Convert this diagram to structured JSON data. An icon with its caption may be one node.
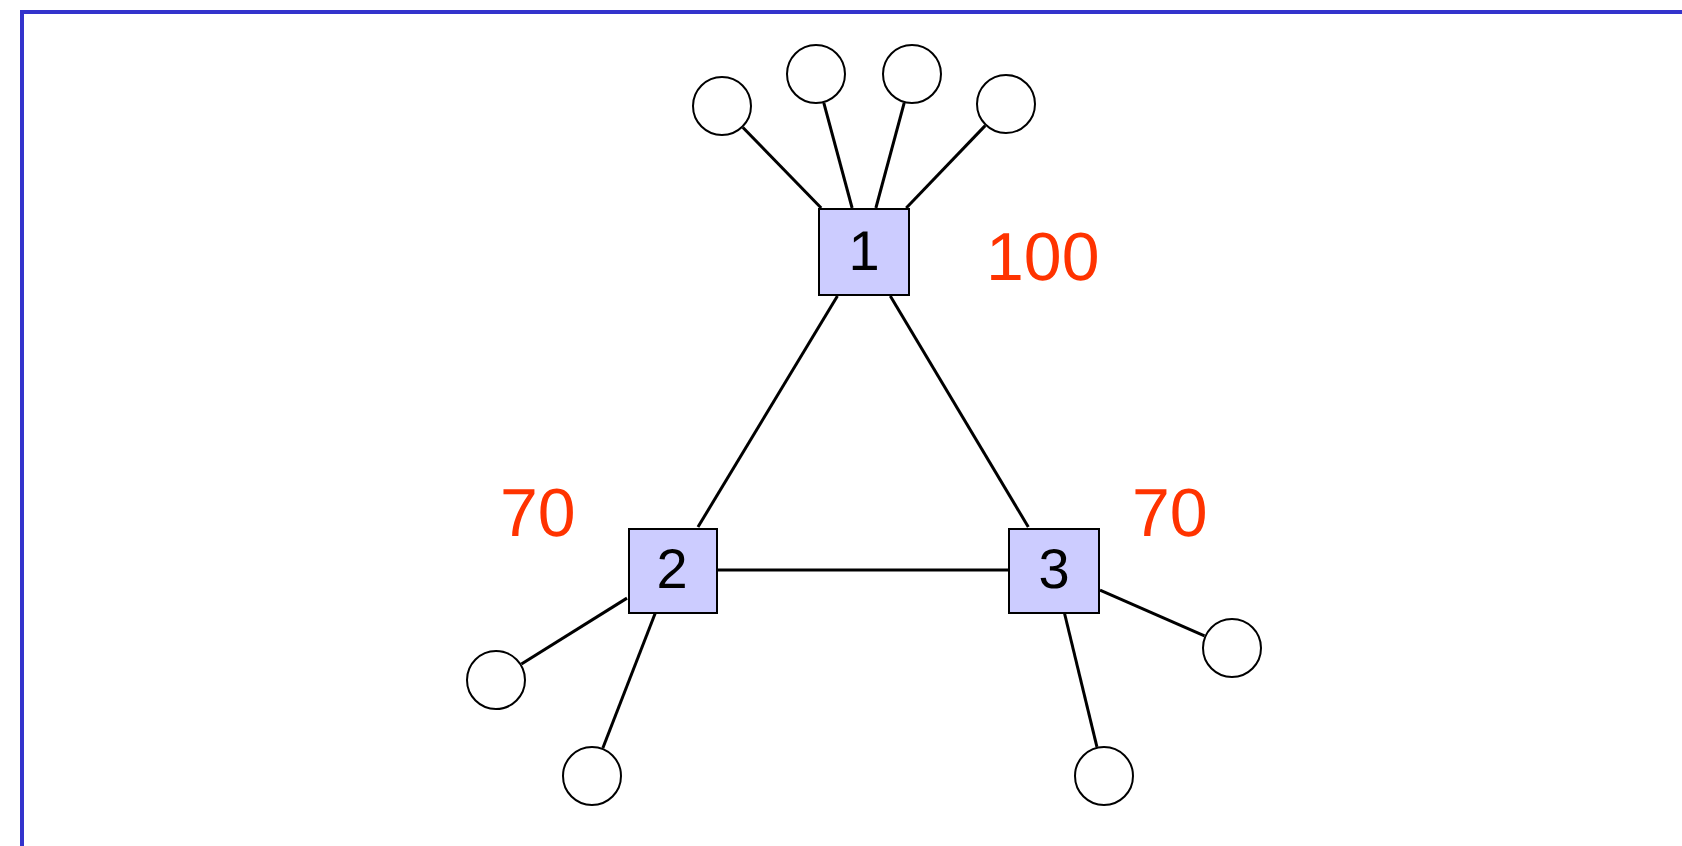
{
  "diagram": {
    "nodes": [
      {
        "text": [],
        "shape": "circle"
      },
      {
        "text": [],
        "shape": "circle"
      },
      {
        "text": [],
        "shape": "circle"
      },
      {
        "text": [],
        "shape": "circle"
      },
      {
        "text": [
          "1"
        ],
        "beside": [
          "100"
        ]
      },
      {
        "text": [
          "2"
        ],
        "beside": [
          "70"
        ]
      },
      {
        "text": [
          "3"
        ],
        "beside": [
          "70"
        ]
      },
      {
        "text": [],
        "shape": "circle"
      },
      {
        "text": [],
        "shape": "circle"
      },
      {
        "text": [],
        "shape": "circle"
      },
      {
        "text": [],
        "shape": "circle"
      }
    ],
    "edges": [
      {
        "from": 0,
        "to": 4,
        "arrow": "none"
      },
      {
        "from": 1,
        "to": 4,
        "arrow": "none"
      },
      {
        "from": 2,
        "to": 4,
        "arrow": "none"
      },
      {
        "from": 3,
        "to": 4,
        "arrow": "none"
      },
      {
        "from": 4,
        "to": 5,
        "arrow": "none"
      },
      {
        "from": 4,
        "to": 6,
        "arrow": "none"
      },
      {
        "from": 5,
        "to": 6,
        "arrow": "none"
      },
      {
        "from": 5,
        "to": 7,
        "arrow": "none"
      },
      {
        "from": 5,
        "to": 9,
        "arrow": "none"
      },
      {
        "from": 6,
        "to": 8,
        "arrow": "none"
      },
      {
        "from": 6,
        "to": 10,
        "arrow": "none"
      }
    ]
  }
}
